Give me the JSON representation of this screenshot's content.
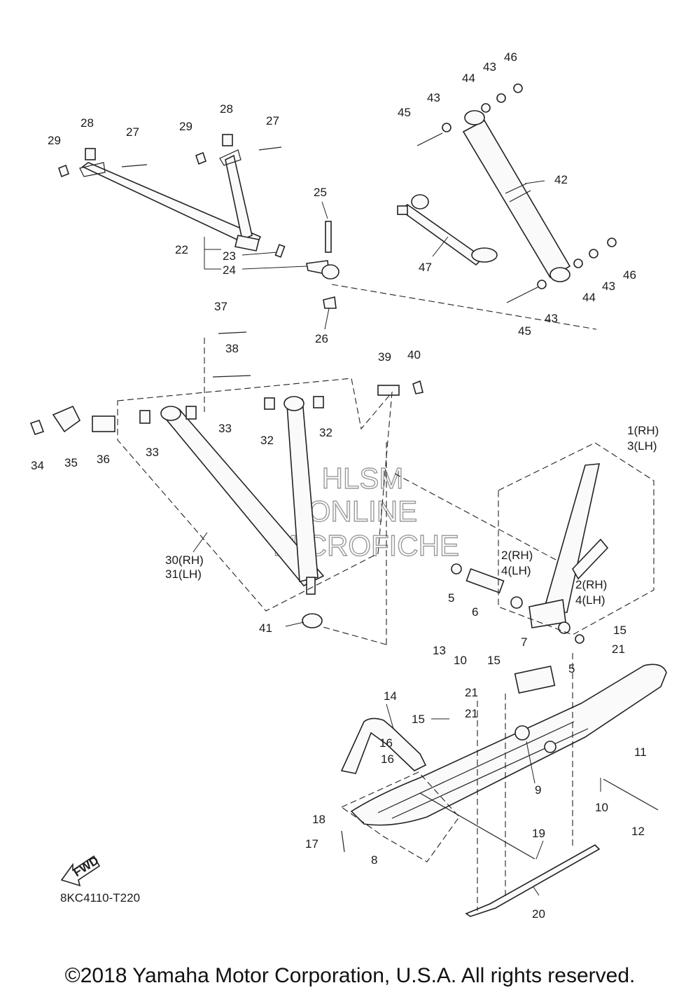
{
  "diagram_code": "8KC4110-T220",
  "fwd_label": "FWD",
  "watermark": {
    "line1": "HLSM",
    "line2": "ONLINE",
    "line3": "MICROFICHE"
  },
  "copyright": "©2018 Yamaha Motor Corporation, U.S.A. All rights reserved.",
  "callouts": {
    "c1": "1(RH)",
    "c3": "3(LH)",
    "c2a": "2(RH)",
    "c4a": "4(LH)",
    "c2b": "2(RH)",
    "c4b": "4(LH)",
    "c5a": "5",
    "c5b": "5",
    "c6": "6",
    "c7": "7",
    "c8": "8",
    "c9": "9",
    "c10a": "10",
    "c10b": "10",
    "c11": "11",
    "c12": "12",
    "c13": "13",
    "c14": "14",
    "c15a": "15",
    "c15b": "15",
    "c15c": "15",
    "c16a": "16",
    "c16b": "16",
    "c17": "17",
    "c18": "18",
    "c19": "19",
    "c20": "20",
    "c21a": "21",
    "c21b": "21",
    "c21c": "21",
    "c22": "22",
    "c23": "23",
    "c24": "24",
    "c25": "25",
    "c26": "26",
    "c27a": "27",
    "c27b": "27",
    "c28a": "28",
    "c28b": "28",
    "c29a": "29",
    "c29b": "29",
    "c30": "30(RH)",
    "c31": "31(LH)",
    "c32a": "32",
    "c32b": "32",
    "c33a": "33",
    "c33b": "33",
    "c34": "34",
    "c35": "35",
    "c36": "36",
    "c37": "37",
    "c38": "38",
    "c39": "39",
    "c40": "40",
    "c41": "41",
    "c42": "42",
    "c43a": "43",
    "c43b": "43",
    "c43c": "43",
    "c43d": "43",
    "c44a": "44",
    "c44b": "44",
    "c45a": "45",
    "c45b": "45",
    "c46a": "46",
    "c46b": "46",
    "c47": "47"
  }
}
